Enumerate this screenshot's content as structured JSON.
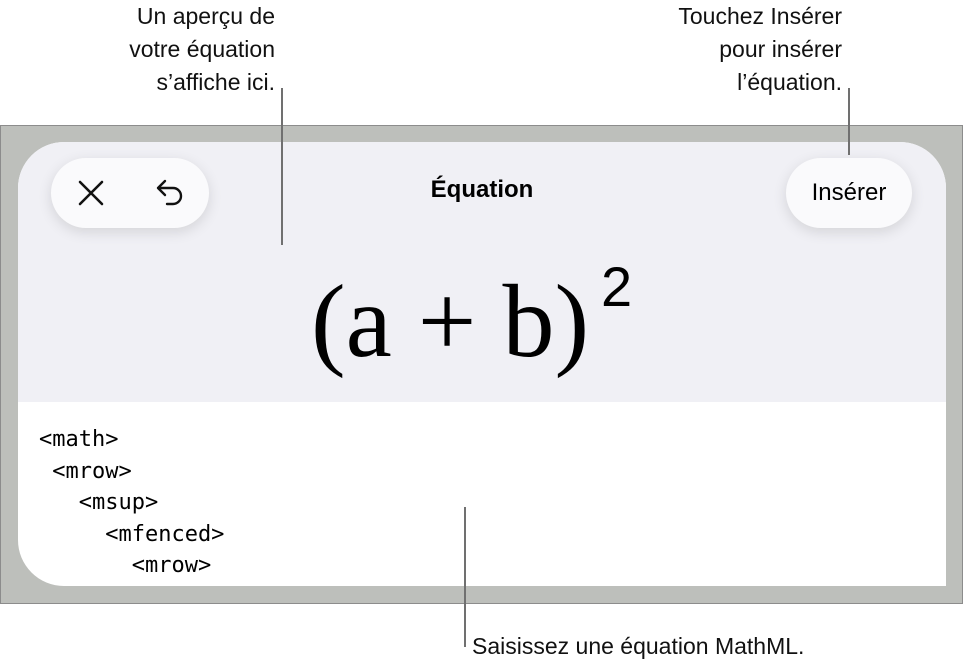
{
  "annotations": {
    "preview": [
      "Un aperçu de",
      "votre équation",
      "s’affiche ici."
    ],
    "insert": [
      "Touchez Insérer",
      "pour insérer",
      "l’équation."
    ],
    "input": "Saisissez une équation MathML."
  },
  "dialog": {
    "title": "Équation",
    "close_icon": "close-icon",
    "undo_icon": "undo-icon",
    "insert_label": "Insérer",
    "preview": {
      "base": "(a + b)",
      "exponent": "2"
    },
    "code_lines": [
      "<math>",
      " <mrow>",
      "   <msup>",
      "     <mfenced>",
      "       <mrow>"
    ]
  }
}
